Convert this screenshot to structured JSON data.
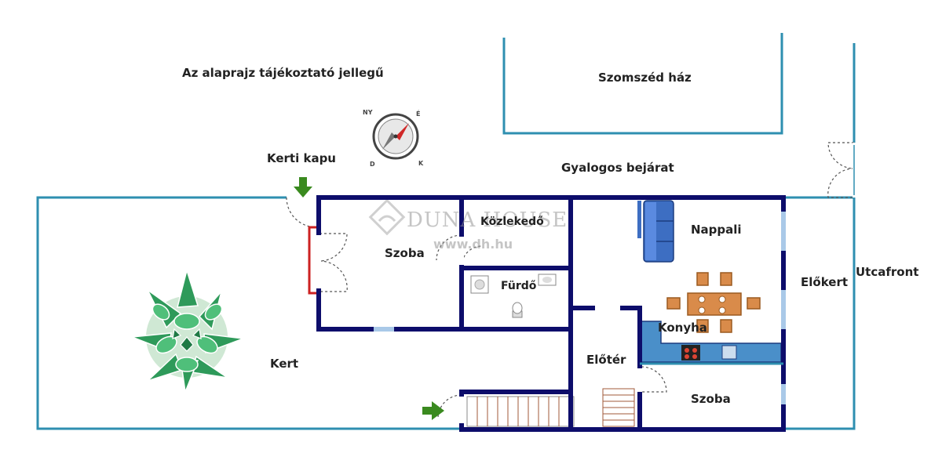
{
  "plan": {
    "note": "Az alaprajz tájékoztató jellegű",
    "labels": {
      "neighbor_house": "Szomszéd ház",
      "garden_gate": "Kerti kapu",
      "pedestrian_entrance": "Gyalogos bejárat",
      "room_left": "Szoba",
      "corridor": "Közlekedő",
      "bathroom": "Fürdő",
      "living_room": "Nappali",
      "kitchen": "Konyha",
      "front_garden": "Előkert",
      "street_front": "Utcafront",
      "garden": "Kert",
      "hall": "Előtér",
      "room_right": "Szoba"
    },
    "compass": {
      "letters": [
        "NY",
        "É",
        "D",
        "K"
      ]
    },
    "watermark": {
      "brand": "DUNA HOUSE",
      "url": "www.dh.hu"
    },
    "colors": {
      "wall": "#0d0d6b",
      "boundary": "#2e8fb0",
      "arrow": "#3a8a1f",
      "plant": "#2e9a5a",
      "gate": "#cc2222"
    }
  }
}
